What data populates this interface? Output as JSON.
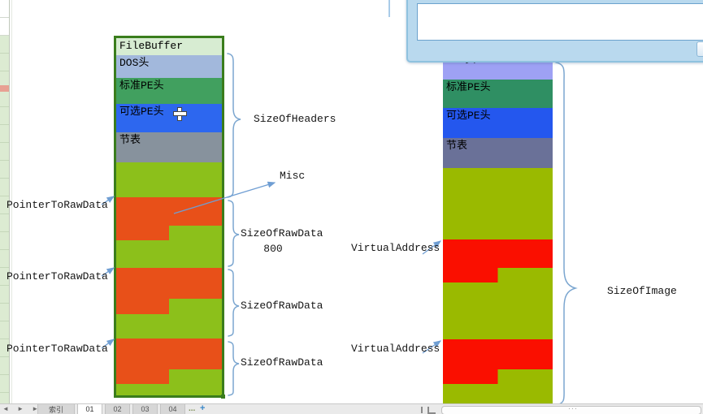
{
  "file_buffer": {
    "title": "FileBuffer",
    "sections": {
      "dos": "DOS头",
      "pe": "标准PE头",
      "optional": "可选PE头",
      "section_table": "节表"
    }
  },
  "image_buffer": {
    "sections": {
      "dos": "DOS头",
      "pe": "标准PE头",
      "optional": "可选PE头",
      "section_table": "节表"
    }
  },
  "annotations": {
    "size_of_headers": "SizeOfHeaders",
    "misc": "Misc",
    "pointer_to_raw_data_1": "PointerToRawData",
    "pointer_to_raw_data_2": "PointerToRawData",
    "pointer_to_raw_data_3": "PointerToRawData",
    "size_of_raw_data_1": "SizeOfRawData",
    "size_of_raw_data_1_value": "800",
    "size_of_raw_data_2": "SizeOfRawData",
    "size_of_raw_data_3": "SizeOfRawData",
    "virtual_address_1": "VirtualAddress",
    "virtual_address_2": "VirtualAddress",
    "size_of_image": "SizeOfImage"
  },
  "sheet_bar": {
    "nav_icons": "◄ ► ►",
    "tabs": [
      {
        "label": "索引",
        "active": false
      },
      {
        "label": "01",
        "active": true
      },
      {
        "label": "02",
        "active": false
      },
      {
        "label": "03",
        "active": false
      },
      {
        "label": "04",
        "active": false
      }
    ],
    "more_sheets": "...",
    "add_sheet": "+",
    "scroll_grip": "···"
  },
  "colors": {
    "diagram_border": "#3a7d1c",
    "file_buffer_header": "#d7ecd2",
    "dos_left": "#a2b8dc",
    "pe_left": "#41a05f",
    "optional_left": "#2d67ef",
    "section_table_left": "#87929d",
    "data_green_left": "#8cc01b",
    "data_orange_left": "#e85019",
    "dos_right": "#9ea1f4",
    "pe_right": "#2f8f63",
    "optional_right": "#2457ee",
    "section_table_right": "#6a7198",
    "data_green_right": "#9aba00",
    "data_red_right": "#fa0f00",
    "annotation_blue": "#7ba6d0",
    "dialog_fill": "#b9d9ee"
  }
}
